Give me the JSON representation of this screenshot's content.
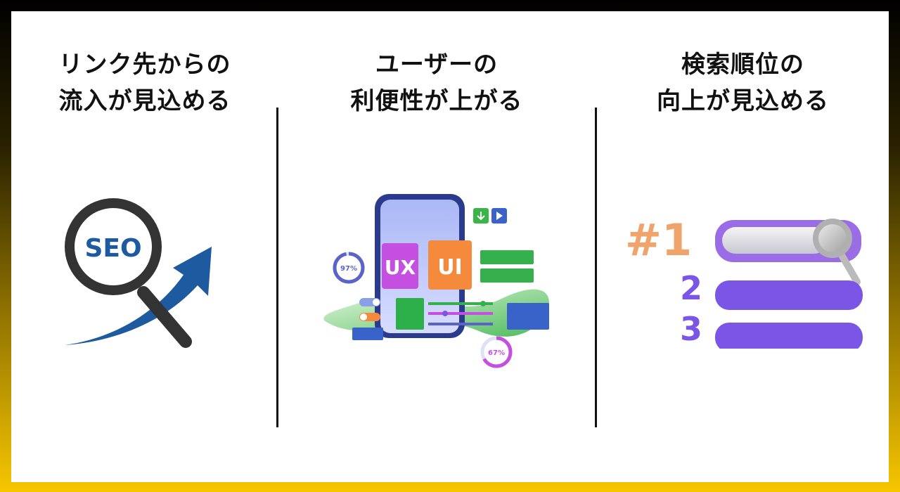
{
  "columns": [
    {
      "title_line1": "リンク先からの",
      "title_line2": "流入が見込める",
      "graphic": {
        "icon": "seo-magnifier-arrow-icon",
        "lens_text": "SEO",
        "arrow_color": "#1d5aa0"
      }
    },
    {
      "title_line1": "ユーザーの",
      "title_line2": "利便性が上がる",
      "graphic": {
        "icon": "ux-ui-smartphone-icon",
        "ux_label": "UX",
        "ui_label": "UI",
        "gauge_top_label": "97%",
        "gauge_top_value": 0.97,
        "gauge_bottom_label": "67%",
        "gauge_bottom_value": 0.67
      }
    },
    {
      "title_line1": "検索順位の",
      "title_line2": "向上が見込める",
      "graphic": {
        "icon": "search-ranking-icon",
        "rank1_label": "#1",
        "rank2_label": "2",
        "rank3_label": "3",
        "bar_color": "#7b55e6"
      }
    }
  ]
}
